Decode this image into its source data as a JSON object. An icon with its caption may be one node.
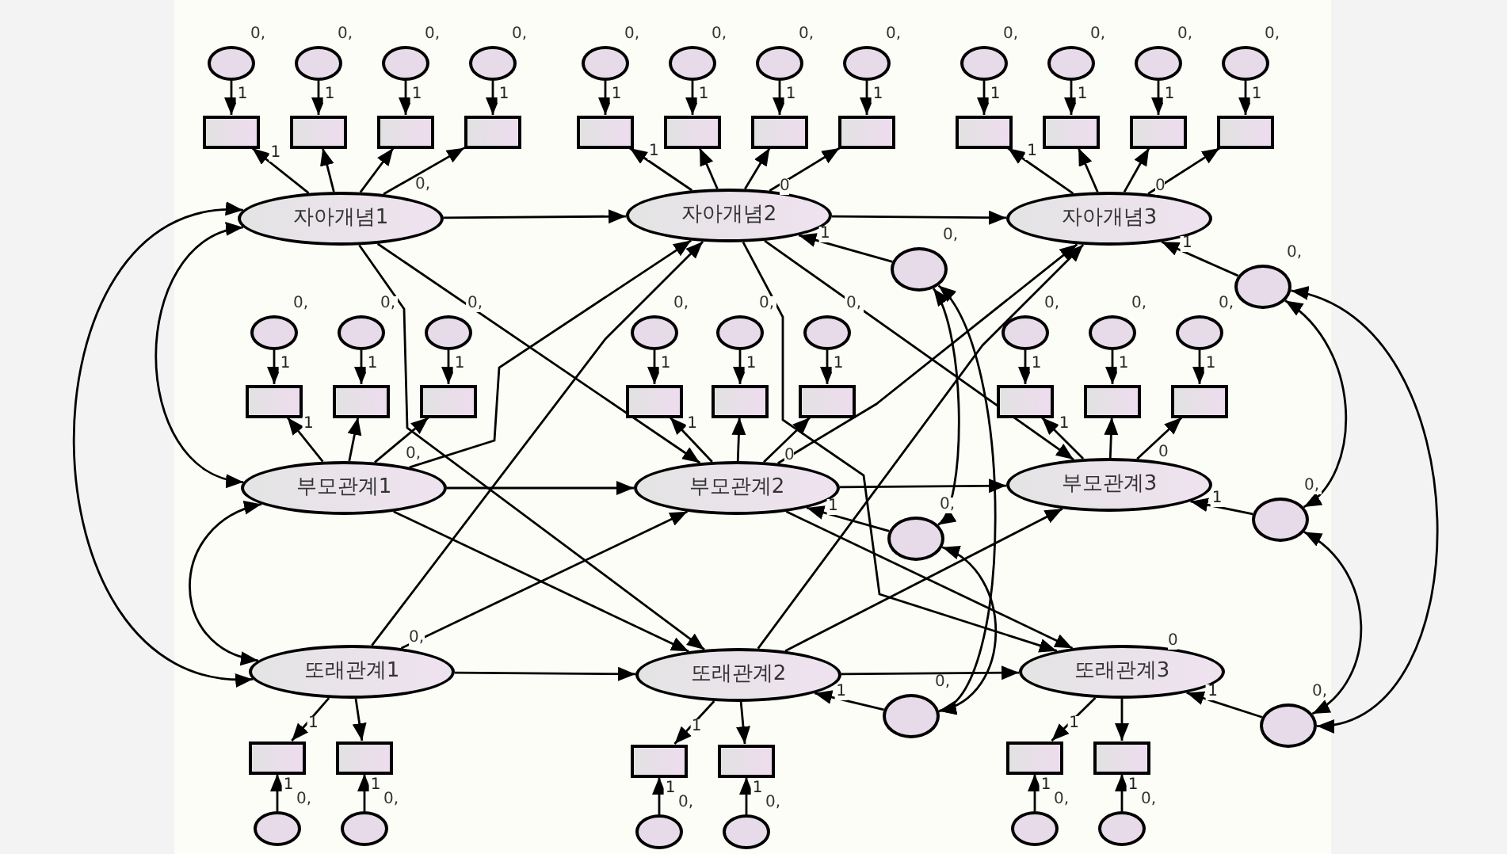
{
  "diagram": {
    "nodes": [
      {
        "text": [
          "자아개념1"
        ]
      },
      {
        "text": [
          "자아개념2"
        ]
      },
      {
        "text": [
          "자아개념3"
        ]
      },
      {
        "text": [
          "부모관계1"
        ]
      },
      {
        "text": [
          "부모관계2"
        ]
      },
      {
        "text": [
          "부모관계3"
        ]
      },
      {
        "text": [
          "또래관계1"
        ]
      },
      {
        "text": [
          "또래관계2"
        ]
      },
      {
        "text": [
          "또래관계3"
        ]
      },
      {
        "text": [],
        "shape": "box"
      },
      {
        "text": [],
        "shape": "box"
      },
      {
        "text": [],
        "shape": "box"
      },
      {
        "text": [],
        "shape": "box"
      },
      {
        "text": [],
        "shape": "box"
      },
      {
        "text": [],
        "shape": "box"
      },
      {
        "text": [],
        "shape": "box"
      },
      {
        "text": [],
        "shape": "box"
      },
      {
        "text": [],
        "shape": "box"
      },
      {
        "text": [],
        "shape": "box"
      },
      {
        "text": [],
        "shape": "box"
      },
      {
        "text": [],
        "shape": "box"
      },
      {
        "text": [],
        "shape": "box"
      },
      {
        "text": [],
        "shape": "box"
      },
      {
        "text": [],
        "shape": "box"
      },
      {
        "text": [],
        "shape": "box"
      },
      {
        "text": [],
        "shape": "box"
      },
      {
        "text": [],
        "shape": "box"
      },
      {
        "text": [],
        "shape": "box"
      },
      {
        "text": [],
        "shape": "box"
      },
      {
        "text": [],
        "shape": "box"
      },
      {
        "text": [],
        "shape": "box"
      },
      {
        "text": [],
        "shape": "box"
      },
      {
        "text": [],
        "shape": "box"
      },
      {
        "text": [],
        "shape": "box"
      },
      {
        "text": [],
        "shape": "box"
      },
      {
        "text": [],
        "shape": "box"
      },
      {
        "text": [],
        "shape": "circle",
        "beside": [
          "0,"
        ]
      },
      {
        "text": [],
        "shape": "circle",
        "beside": [
          "0,"
        ]
      },
      {
        "text": [],
        "shape": "circle",
        "beside": [
          "0,"
        ]
      },
      {
        "text": [],
        "shape": "circle",
        "beside": [
          "0,"
        ]
      },
      {
        "text": [],
        "shape": "circle",
        "beside": [
          "0,"
        ]
      },
      {
        "text": [],
        "shape": "circle",
        "beside": [
          "0,"
        ]
      },
      {
        "text": [],
        "shape": "circle",
        "beside": [
          "0,"
        ]
      },
      {
        "text": [],
        "shape": "circle",
        "beside": [
          "0,"
        ]
      },
      {
        "text": [],
        "shape": "circle",
        "beside": [
          "0,"
        ]
      },
      {
        "text": [],
        "shape": "circle",
        "beside": [
          "0,"
        ]
      },
      {
        "text": [],
        "shape": "circle",
        "beside": [
          "0,"
        ]
      },
      {
        "text": [],
        "shape": "circle",
        "beside": [
          "0,"
        ]
      },
      {
        "text": [],
        "shape": "circle",
        "beside": [
          "0,"
        ]
      },
      {
        "text": [],
        "shape": "circle",
        "beside": [
          "0,"
        ]
      },
      {
        "text": [],
        "shape": "circle",
        "beside": [
          "0,"
        ]
      },
      {
        "text": [],
        "shape": "circle",
        "beside": [
          "0,"
        ]
      },
      {
        "text": [],
        "shape": "circle",
        "beside": [
          "0,"
        ]
      },
      {
        "text": [],
        "shape": "circle",
        "beside": [
          "0,"
        ]
      },
      {
        "text": [],
        "shape": "circle",
        "beside": [
          "0,"
        ]
      },
      {
        "text": [],
        "shape": "circle",
        "beside": [
          "0,"
        ]
      },
      {
        "text": [],
        "shape": "circle",
        "beside": [
          "0,"
        ]
      },
      {
        "text": [],
        "shape": "circle",
        "beside": [
          "0,"
        ]
      },
      {
        "text": [],
        "shape": "circle",
        "beside": [
          "0,"
        ]
      },
      {
        "text": [],
        "shape": "circle",
        "beside": [
          "0,"
        ]
      },
      {
        "text": [],
        "shape": "circle",
        "beside": [
          "0,"
        ]
      },
      {
        "text": [],
        "shape": "circle",
        "beside": [
          "0,"
        ]
      },
      {
        "text": [],
        "shape": "circle",
        "beside": [
          "0,"
        ]
      },
      {
        "text": [],
        "shape": "circle",
        "beside": [
          "0,"
        ]
      },
      {
        "text": [],
        "shape": "circle",
        "beside": [
          "0,"
        ]
      },
      {
        "text": [],
        "shape": "circle",
        "beside": [
          "0,"
        ]
      },
      {
        "text": [],
        "shape": "circle",
        "beside": [
          "0,"
        ]
      },
      {
        "text": [],
        "shape": "circle",
        "beside": [
          "0,"
        ]
      },
      {
        "text": [],
        "shape": "circle",
        "beside": [
          "0,"
        ]
      }
    ],
    "edges": [
      {
        "from": 0,
        "to": 9,
        "arrow": "to",
        "label": "1"
      },
      {
        "from": 0,
        "to": 10,
        "arrow": "to"
      },
      {
        "from": 0,
        "to": 11,
        "arrow": "to"
      },
      {
        "from": 0,
        "to": 12,
        "arrow": "to"
      },
      {
        "from": 1,
        "to": 13,
        "arrow": "to",
        "label": "1"
      },
      {
        "from": 1,
        "to": 14,
        "arrow": "to"
      },
      {
        "from": 1,
        "to": 15,
        "arrow": "to"
      },
      {
        "from": 1,
        "to": 16,
        "arrow": "to"
      },
      {
        "from": 2,
        "to": 17,
        "arrow": "to",
        "label": "1"
      },
      {
        "from": 2,
        "to": 18,
        "arrow": "to"
      },
      {
        "from": 2,
        "to": 19,
        "arrow": "to"
      },
      {
        "from": 2,
        "to": 20,
        "arrow": "to"
      },
      {
        "from": 3,
        "to": 21,
        "arrow": "to",
        "label": "1"
      },
      {
        "from": 3,
        "to": 22,
        "arrow": "to"
      },
      {
        "from": 3,
        "to": 23,
        "arrow": "to"
      },
      {
        "from": 4,
        "to": 24,
        "arrow": "to",
        "label": "1"
      },
      {
        "from": 4,
        "to": 25,
        "arrow": "to"
      },
      {
        "from": 4,
        "to": 26,
        "arrow": "to"
      },
      {
        "from": 5,
        "to": 27,
        "arrow": "to",
        "label": "1"
      },
      {
        "from": 5,
        "to": 28,
        "arrow": "to"
      },
      {
        "from": 5,
        "to": 29,
        "arrow": "to"
      },
      {
        "from": 6,
        "to": 30,
        "arrow": "to",
        "label": "1"
      },
      {
        "from": 6,
        "to": 31,
        "arrow": "to"
      },
      {
        "from": 7,
        "to": 32,
        "arrow": "to",
        "label": "1"
      },
      {
        "from": 7,
        "to": 33,
        "arrow": "to"
      },
      {
        "from": 8,
        "to": 34,
        "arrow": "to",
        "label": "1"
      },
      {
        "from": 8,
        "to": 35,
        "arrow": "to"
      },
      {
        "from": 36,
        "to": 9,
        "arrow": "to",
        "label": "1"
      },
      {
        "from": 37,
        "to": 10,
        "arrow": "to",
        "label": "1"
      },
      {
        "from": 38,
        "to": 11,
        "arrow": "to",
        "label": "1"
      },
      {
        "from": 39,
        "to": 12,
        "arrow": "to",
        "label": "1"
      },
      {
        "from": 40,
        "to": 13,
        "arrow": "to",
        "label": "1"
      },
      {
        "from": 41,
        "to": 14,
        "arrow": "to",
        "label": "1"
      },
      {
        "from": 42,
        "to": 15,
        "arrow": "to",
        "label": "1"
      },
      {
        "from": 43,
        "to": 16,
        "arrow": "to",
        "label": "1"
      },
      {
        "from": 44,
        "to": 17,
        "arrow": "to",
        "label": "1"
      },
      {
        "from": 45,
        "to": 18,
        "arrow": "to",
        "label": "1"
      },
      {
        "from": 46,
        "to": 19,
        "arrow": "to",
        "label": "1"
      },
      {
        "from": 47,
        "to": 20,
        "arrow": "to",
        "label": "1"
      },
      {
        "from": 48,
        "to": 21,
        "arrow": "to",
        "label": "1"
      },
      {
        "from": 49,
        "to": 22,
        "arrow": "to",
        "label": "1"
      },
      {
        "from": 50,
        "to": 23,
        "arrow": "to",
        "label": "1"
      },
      {
        "from": 51,
        "to": 24,
        "arrow": "to",
        "label": "1"
      },
      {
        "from": 52,
        "to": 25,
        "arrow": "to",
        "label": "1"
      },
      {
        "from": 53,
        "to": 26,
        "arrow": "to",
        "label": "1"
      },
      {
        "from": 54,
        "to": 27,
        "arrow": "to",
        "label": "1"
      },
      {
        "from": 55,
        "to": 28,
        "arrow": "to",
        "label": "1"
      },
      {
        "from": 56,
        "to": 29,
        "arrow": "to",
        "label": "1"
      },
      {
        "from": 57,
        "to": 30,
        "arrow": "to",
        "label": "1"
      },
      {
        "from": 58,
        "to": 31,
        "arrow": "to",
        "label": "1"
      },
      {
        "from": 59,
        "to": 32,
        "arrow": "to",
        "label": "1"
      },
      {
        "from": 60,
        "to": 33,
        "arrow": "to",
        "label": "1"
      },
      {
        "from": 61,
        "to": 34,
        "arrow": "to",
        "label": "1"
      },
      {
        "from": 62,
        "to": 35,
        "arrow": "to",
        "label": "1"
      },
      {
        "from": 63,
        "to": 1,
        "arrow": "to",
        "label": "1"
      },
      {
        "from": 64,
        "to": 2,
        "arrow": "to",
        "label": "1"
      },
      {
        "from": 65,
        "to": 4,
        "arrow": "to",
        "label": "1"
      },
      {
        "from": 66,
        "to": 5,
        "arrow": "to",
        "label": "1"
      },
      {
        "from": 67,
        "to": 7,
        "arrow": "to",
        "label": "1"
      },
      {
        "from": 68,
        "to": 8,
        "arrow": "to",
        "label": "1"
      },
      {
        "from": 0,
        "to": 1,
        "arrow": "to"
      },
      {
        "from": 0,
        "to": 4,
        "arrow": "to"
      },
      {
        "from": 0,
        "to": 7,
        "arrow": "to"
      },
      {
        "from": 3,
        "to": 1,
        "arrow": "to"
      },
      {
        "from": 3,
        "to": 4,
        "arrow": "to"
      },
      {
        "from": 3,
        "to": 7,
        "arrow": "to"
      },
      {
        "from": 6,
        "to": 1,
        "arrow": "to"
      },
      {
        "from": 6,
        "to": 4,
        "arrow": "to"
      },
      {
        "from": 6,
        "to": 7,
        "arrow": "to"
      },
      {
        "from": 1,
        "to": 2,
        "arrow": "to"
      },
      {
        "from": 1,
        "to": 5,
        "arrow": "to"
      },
      {
        "from": 1,
        "to": 8,
        "arrow": "to"
      },
      {
        "from": 4,
        "to": 2,
        "arrow": "to"
      },
      {
        "from": 4,
        "to": 5,
        "arrow": "to"
      },
      {
        "from": 4,
        "to": 8,
        "arrow": "to"
      },
      {
        "from": 7,
        "to": 2,
        "arrow": "to"
      },
      {
        "from": 7,
        "to": 5,
        "arrow": "to"
      },
      {
        "from": 7,
        "to": 8,
        "arrow": "to"
      },
      {
        "from": 0,
        "to": 3,
        "arrow": "both"
      },
      {
        "from": 3,
        "to": 6,
        "arrow": "both"
      },
      {
        "from": 0,
        "to": 6,
        "arrow": "both"
      },
      {
        "from": 63,
        "to": 65,
        "arrow": "both"
      },
      {
        "from": 65,
        "to": 67,
        "arrow": "both"
      },
      {
        "from": 63,
        "to": 67,
        "arrow": "both"
      },
      {
        "from": 64,
        "to": 66,
        "arrow": "both"
      },
      {
        "from": 66,
        "to": 68,
        "arrow": "both"
      },
      {
        "from": 64,
        "to": 68,
        "arrow": "both"
      }
    ],
    "labels": [
      "0,",
      "0",
      "0",
      "0,",
      "0",
      "0",
      "0,",
      "0"
    ]
  }
}
